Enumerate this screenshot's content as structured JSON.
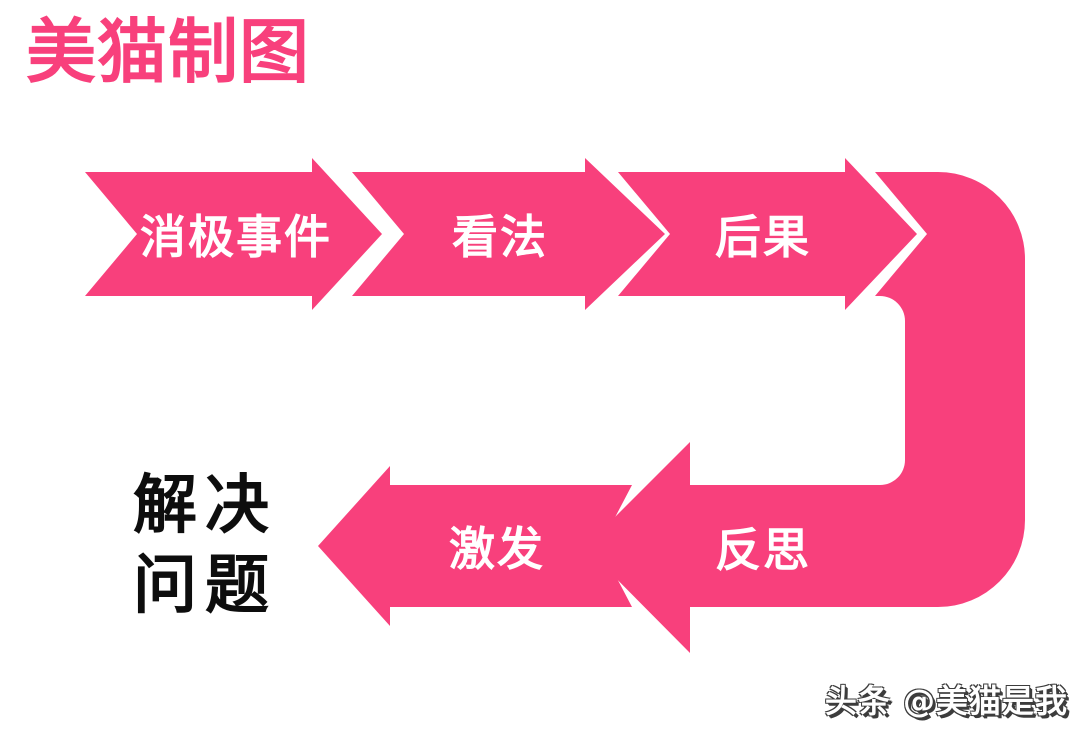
{
  "title": "美猫制图",
  "colors": {
    "pink": "#F8407C",
    "result_black": "#0d0d0d",
    "label_white": "#ffffff",
    "watermark_gray": "#3c3c3c",
    "background": "#ffffff"
  },
  "flow": {
    "top_row": [
      {
        "label": "消极事件"
      },
      {
        "label": "看法"
      },
      {
        "label": "后果"
      }
    ],
    "bottom_row": [
      {
        "label": "反思"
      },
      {
        "label": "激发"
      }
    ],
    "result": {
      "line1": "解决",
      "line2": "问题"
    }
  },
  "watermark": "头条 @美猫是我"
}
